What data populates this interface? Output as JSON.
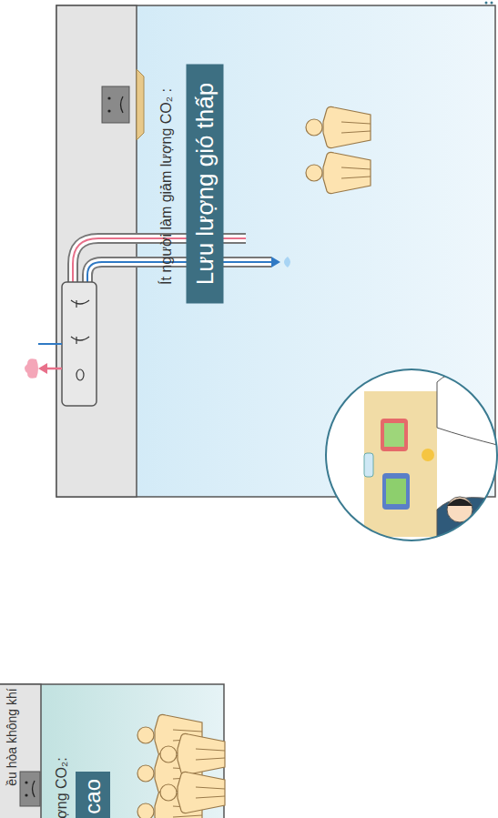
{
  "diagram": {
    "nodes": [
      {
        "text": [
          "cao"
        ]
      },
      {
        "text": [
          "Lưu lượng gió thấp"
        ]
      }
    ],
    "labels": [
      "ều hòa không khí",
      "ợng CO₂:",
      "Ít người làm giảm lượng CO₂ :"
    ]
  }
}
